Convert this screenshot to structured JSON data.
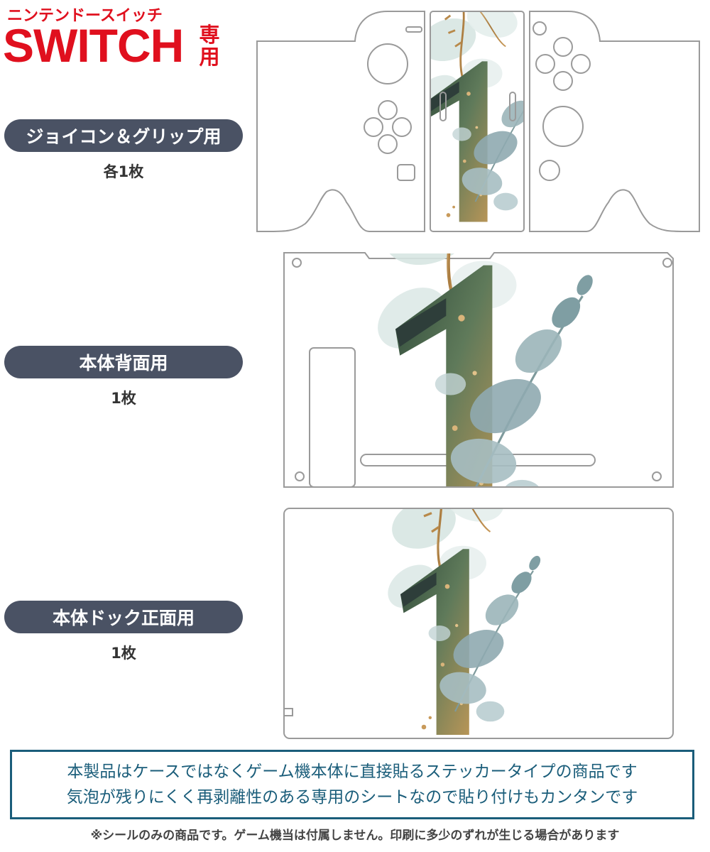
{
  "brand": {
    "katakana": "ニンテンドースイッチ",
    "name": "SWITCH",
    "suffix": "専用"
  },
  "sections": [
    {
      "label": "ジョイコン＆グリップ用",
      "quantity": "各1枚"
    },
    {
      "label": "本体背面用",
      "quantity": "1枚"
    },
    {
      "label": "本体ドック正面用",
      "quantity": "1枚"
    }
  ],
  "design": {
    "numeral": "1",
    "motif": "eucalyptus-leaves-with-gold-numeral-one"
  },
  "notice": {
    "line1": "本製品はケースではなくゲーム機本体に直接貼るステッカータイプの商品です",
    "line2": "気泡が残りにくく再剥離性のある専用のシートなので貼り付けもカンタンです"
  },
  "disclaimer": "※シールのみの商品です。ゲーム機当は付属しません。印刷に多少のずれが生じる場合があります",
  "colors": {
    "brand_red": "#e0101e",
    "pill_bg": "#4a5264",
    "notice_blue": "#1a5d7a",
    "outline_gray": "#9a9a9a",
    "leaf_sage": "#a9c3c3",
    "leaf_deep": "#6f8f97",
    "gold": "#b8894a",
    "numeral_green": "#3e5a48"
  }
}
